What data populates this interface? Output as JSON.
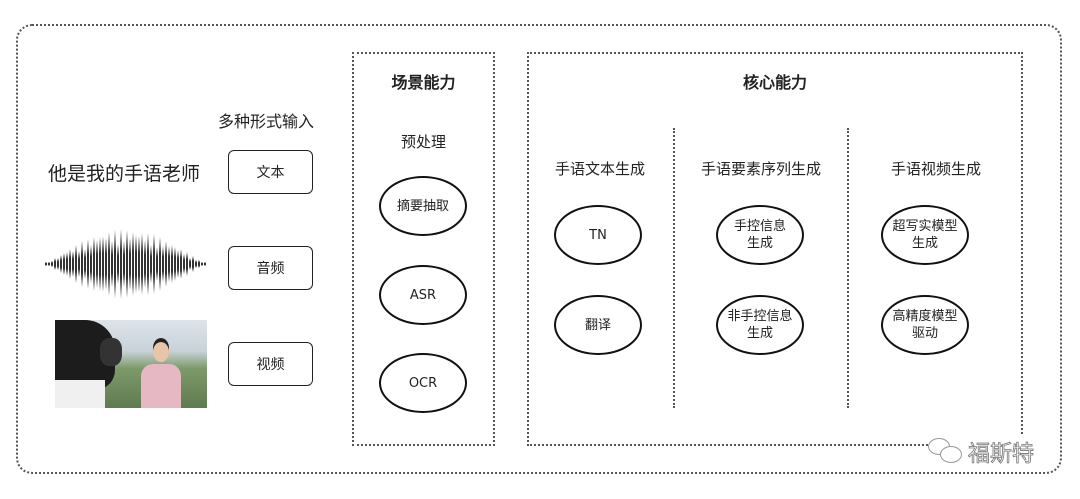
{
  "input": {
    "title": "多种形式输入",
    "example_text": "他是我的手语老师",
    "items": [
      "文本",
      "音频",
      "视频"
    ]
  },
  "scene": {
    "title": "场景能力",
    "subtitle": "预处理",
    "items": [
      "摘要抽取",
      "ASR",
      "OCR"
    ]
  },
  "core": {
    "title": "核心能力",
    "columns": [
      {
        "title": "手语文本生成",
        "items": [
          "TN",
          "翻译"
        ]
      },
      {
        "title": "手语要素序列生成",
        "items": [
          "手控信息\n生成",
          "非手控信息\n生成"
        ]
      },
      {
        "title": "手语视频生成",
        "items": [
          "超写实模型\n生成",
          "高精度模型\n驱动"
        ]
      }
    ]
  },
  "watermark": "福斯特"
}
